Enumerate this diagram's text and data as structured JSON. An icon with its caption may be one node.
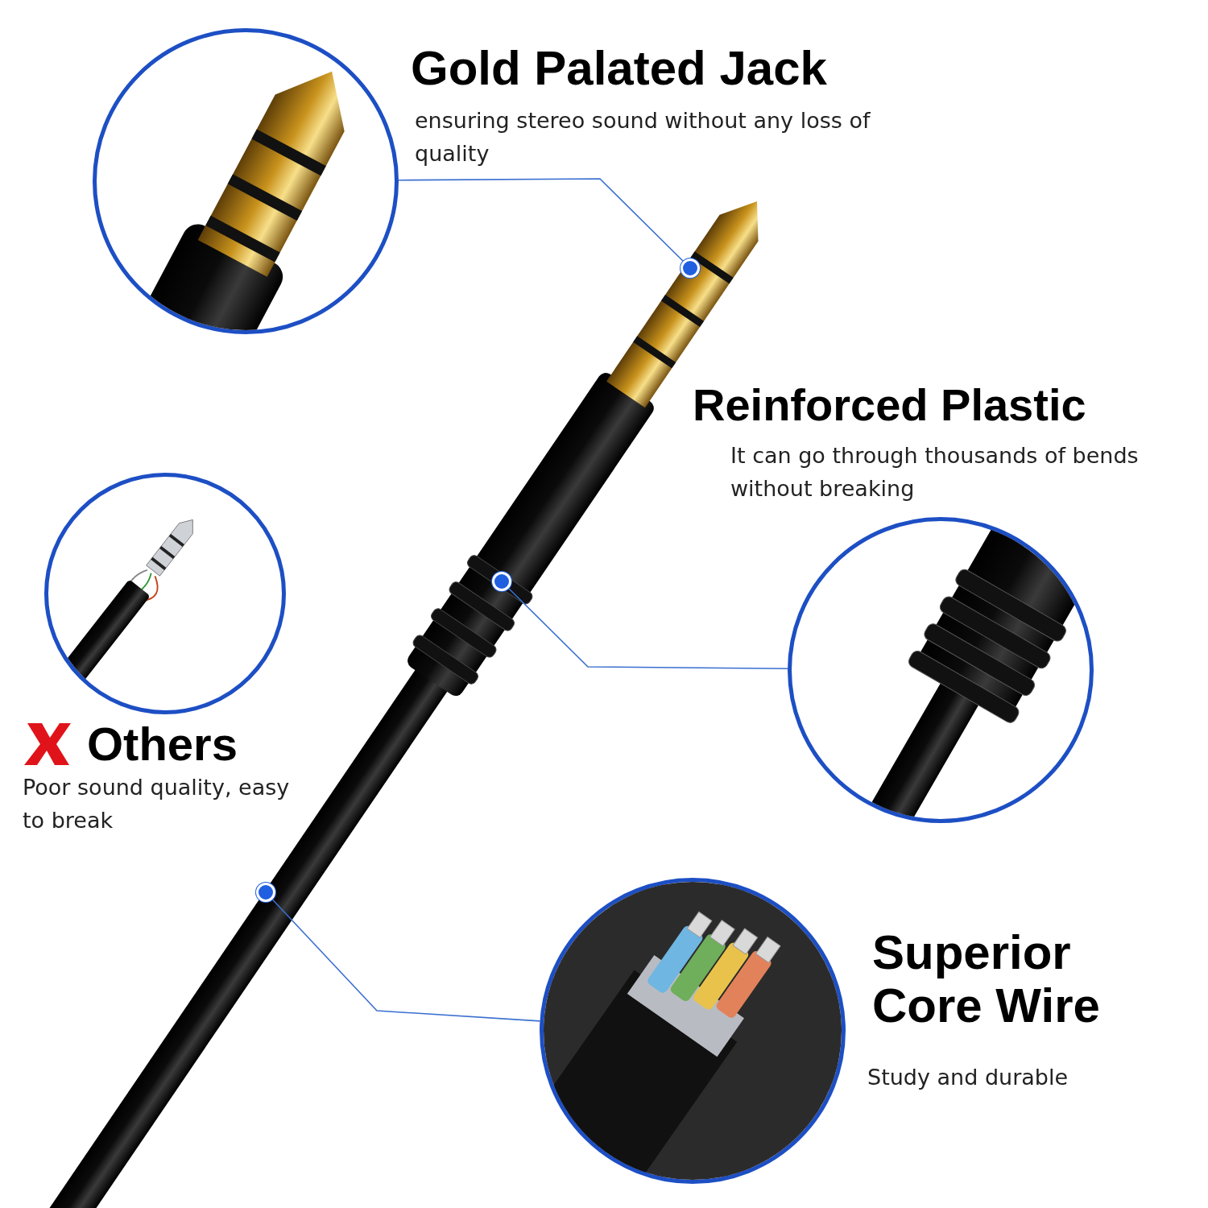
{
  "diagram": {
    "nodes": [
      {
        "text": [],
        "shape": "picture",
        "beside": [
          "Gold Palated Jack",
          "ensuring stereo sound without any loss of quality"
        ]
      },
      {
        "text": [],
        "shape": "picture",
        "beside": [
          "Others",
          "Poor sound quality, easy to break"
        ]
      },
      {
        "text": [],
        "shape": "picture",
        "beside": [
          "Reinforced Plastic",
          "It can go through thousands of bends without breaking"
        ]
      },
      {
        "text": [],
        "shape": "picture",
        "beside": [
          "Superior Core Wire",
          "Study and durable"
        ]
      },
      {
        "text": [],
        "shape": "circle"
      },
      {
        "text": [],
        "shape": "circle"
      },
      {
        "text": [],
        "shape": "circle"
      }
    ],
    "edges": [
      {
        "from": 0,
        "to": 4,
        "arrow": "none"
      },
      {
        "from": 2,
        "to": 5,
        "arrow": "none"
      },
      {
        "from": 3,
        "to": 6,
        "arrow": "none"
      }
    ]
  }
}
